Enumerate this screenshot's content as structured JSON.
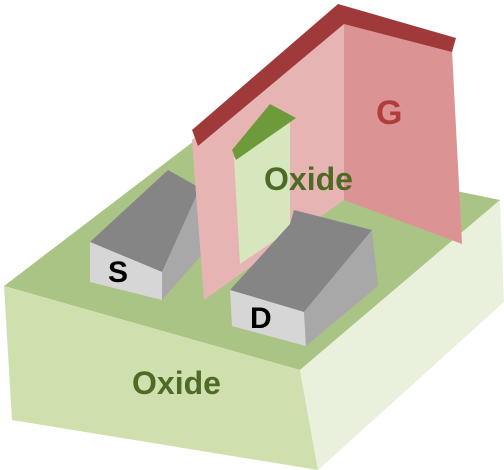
{
  "labels": {
    "source": "S",
    "drain": "D",
    "gate": "G",
    "fin_oxide": "Oxide",
    "substrate_oxide": "Oxide"
  },
  "colors": {
    "oxide_top": "#a9c484",
    "oxide_front": "#cfe0ae",
    "oxide_side": "#e9f1dc",
    "oxide_text": "#4d6b25",
    "fin_top": "#6e9b3a",
    "fin_front": "#d7e7bd",
    "gate_front": "#e7b4b4",
    "gate_side": "#dc9393",
    "gate_top": "#a03a3a",
    "gate_text": "#b23b3b",
    "block_top": "#858585",
    "block_front": "#d6d6d6",
    "block_side": "#a8a8a8",
    "sd_text": "#000000"
  }
}
